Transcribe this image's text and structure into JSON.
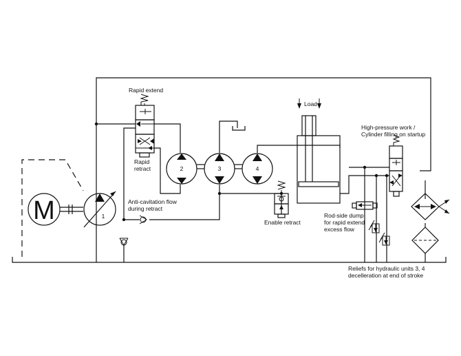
{
  "labels": {
    "rapid_extend": "Rapid extend",
    "rapid_retract_1": "Rapid",
    "rapid_retract_2": "retract",
    "load": "Load",
    "high_pressure_1": "High-pressure work /",
    "high_pressure_2": "Cylinder filling on startup",
    "anticav_1": "Anti-cavitation flow",
    "anticav_2": "during retract",
    "enable_retract": "Enable retract",
    "rod_dump_1": "Rod-side dump",
    "rod_dump_2": "for rapid extend",
    "rod_dump_3": "excess flow",
    "reliefs_1": "Reliefs for hydraulic units 3, 4",
    "reliefs_2": "decelleration at end of stroke"
  },
  "motor_letter": "M",
  "units": [
    "1",
    "2",
    "3",
    "4"
  ]
}
